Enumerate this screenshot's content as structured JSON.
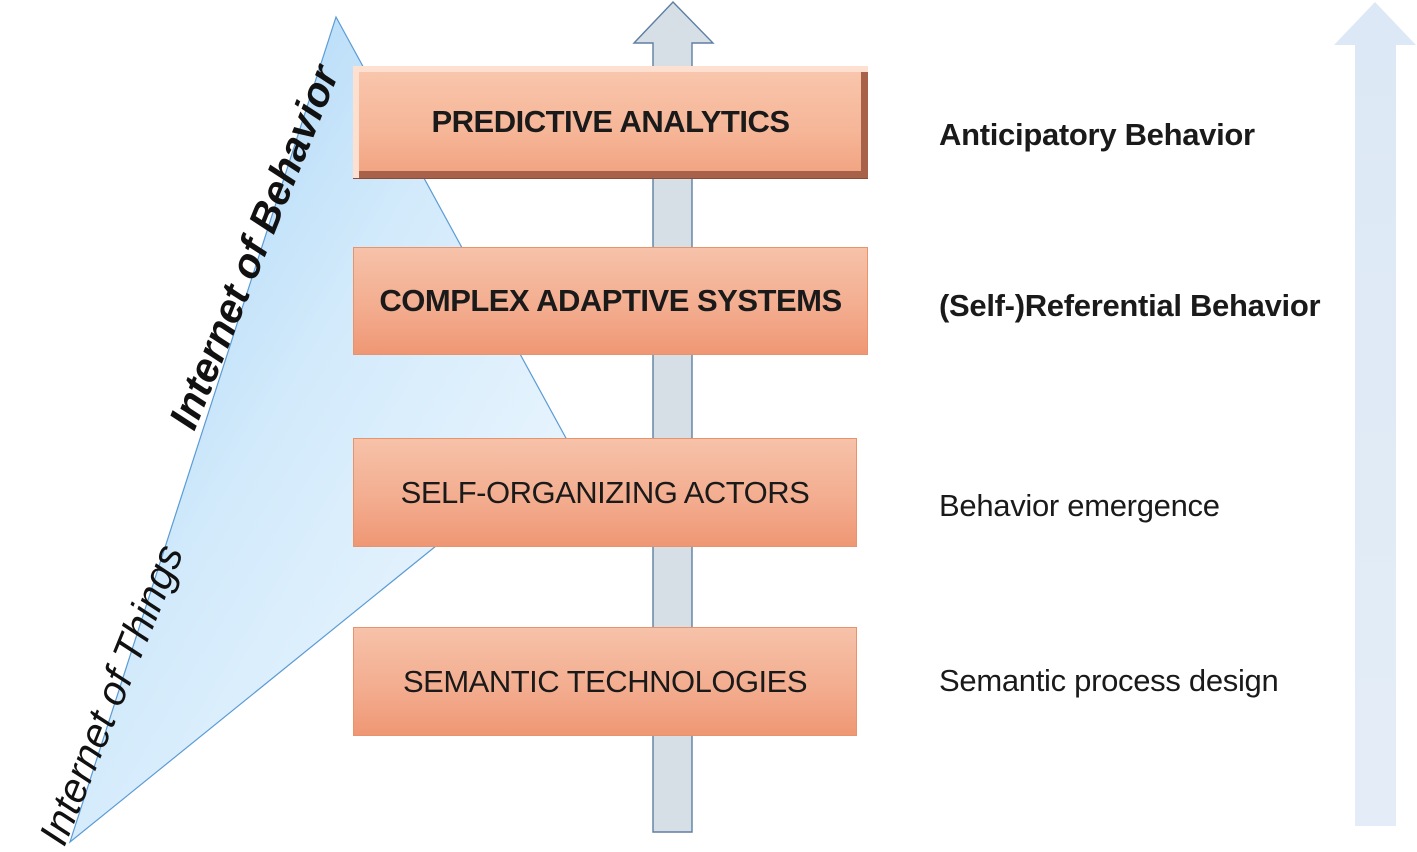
{
  "colors": {
    "box_fill": "#f3ab8d",
    "box_border": "#e8936c",
    "arrow_fill": "#d6dee6",
    "big_arrow_fill": "#dfe9f4",
    "triangle_fill": "#b8dcf7"
  },
  "layers": [
    {
      "label": "PREDICTIVE ANALYTICS",
      "description": "Anticipatory Behavior"
    },
    {
      "label": "COMPLEX ADAPTIVE SYSTEMS",
      "description": "(Self-)Referential Behavior"
    },
    {
      "label": "SELF-ORGANIZING ACTORS",
      "description": "Behavior emergence"
    },
    {
      "label": "SEMANTIC TECHNOLOGIES",
      "description": "Semantic process design"
    }
  ],
  "triangle": {
    "upper_label": "Internet of Behavior",
    "lower_label": "Internet of Things"
  }
}
